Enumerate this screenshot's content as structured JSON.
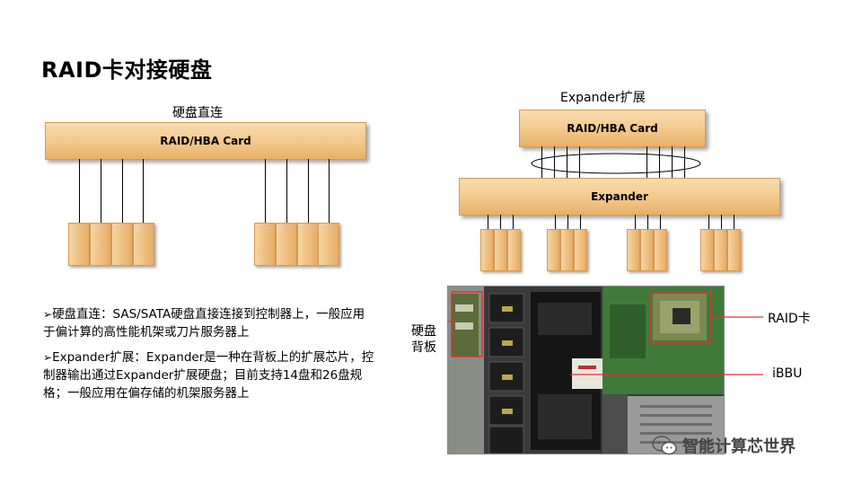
{
  "title": "RAID卡对接硬盘",
  "left_diagram": {
    "label": "硬盘直连",
    "card_label": "RAID/HBA  Card"
  },
  "right_diagram": {
    "label": "Expander扩展",
    "card_label": "RAID/HBA  Card",
    "expander_label": "Expander"
  },
  "bullets": [
    "硬盘直连：SAS/SATA硬盘直接连接到控制器上，一般应用于偏计算的高性能机架或刀片服务器上",
    "Expander扩展：Expander是一种在背板上的扩展芯片，控制器输出通过Expander扩展硬盘；目前支持14盘和26盘规格；一般应用在偏存储的机架服务器上"
  ],
  "photo_callouts": {
    "backplane": "硬盘背板",
    "raid": "RAID卡",
    "ibbu": "iBBU"
  },
  "watermark": "智能计算芯世界"
}
